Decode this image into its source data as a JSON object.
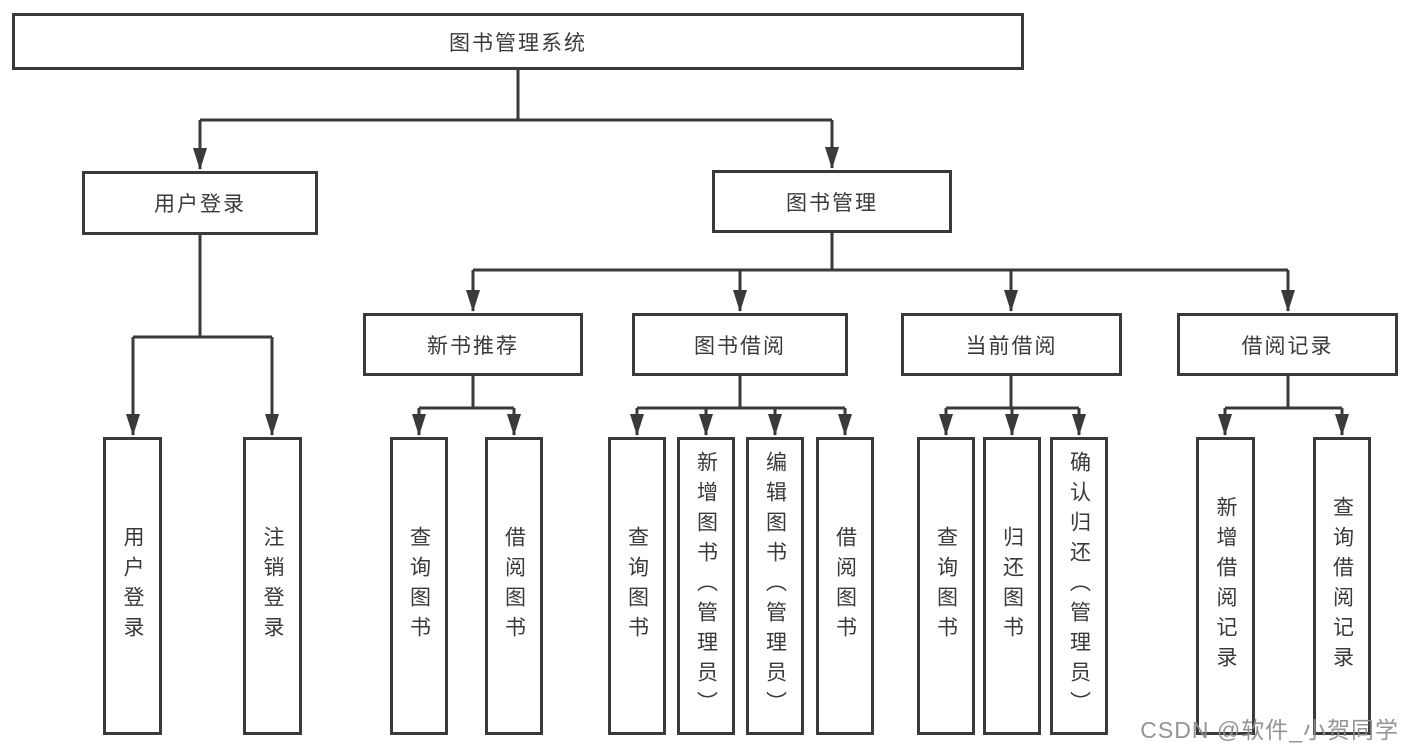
{
  "tree": {
    "root": {
      "label": "图书管理系统"
    },
    "branches": [
      {
        "label": "用户登录",
        "children": [
          {
            "label": "用户登录"
          },
          {
            "label": "注销登录"
          }
        ]
      },
      {
        "label": "图书管理",
        "children": [
          {
            "label": "新书推荐",
            "children": [
              {
                "label": "查询图书"
              },
              {
                "label": "借阅图书"
              }
            ]
          },
          {
            "label": "图书借阅",
            "children": [
              {
                "label": "查询图书"
              },
              {
                "label": "新增图书（管理员）"
              },
              {
                "label": "编辑图书（管理员）"
              },
              {
                "label": "借阅图书"
              }
            ]
          },
          {
            "label": "当前借阅",
            "children": [
              {
                "label": "查询图书"
              },
              {
                "label": "归还图书"
              },
              {
                "label": "确认归还（管理员）"
              }
            ]
          },
          {
            "label": "借阅记录",
            "children": [
              {
                "label": "新增借阅记录"
              },
              {
                "label": "查询借阅记录"
              }
            ]
          }
        ]
      }
    ]
  },
  "watermark": {
    "text": "CSDN @软件_小贺同学"
  },
  "colors": {
    "line": "#3a3a3a",
    "box_border": "#3a3a3a",
    "text": "#3a3a3a",
    "background": "#ffffff",
    "watermark": "#8f8f8f"
  }
}
